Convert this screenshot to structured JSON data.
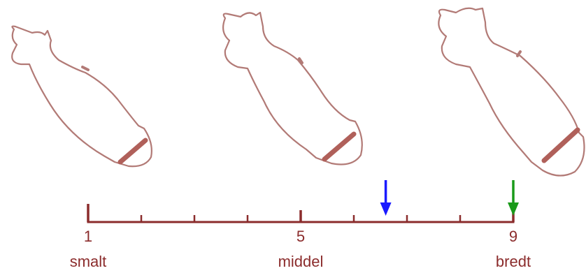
{
  "scale": {
    "min": 1,
    "max": 9,
    "tick_count": 9,
    "major_ticks": [
      1,
      5,
      9
    ],
    "labels": [
      {
        "value": "1",
        "word": "smalt"
      },
      {
        "value": "5",
        "word": "middel"
      },
      {
        "value": "9",
        "word": "bredt"
      }
    ]
  },
  "indicators": [
    {
      "color": "#1a1aff",
      "value": 6.6
    },
    {
      "color": "#1a9a1a",
      "value": 9
    }
  ],
  "colors": {
    "scale": "#8b2c2c",
    "outline": "#b27a76",
    "marker": "#b0605a"
  },
  "figures": [
    {
      "shape": "narrow-body-outline"
    },
    {
      "shape": "medium-body-outline"
    },
    {
      "shape": "broad-body-outline"
    }
  ]
}
